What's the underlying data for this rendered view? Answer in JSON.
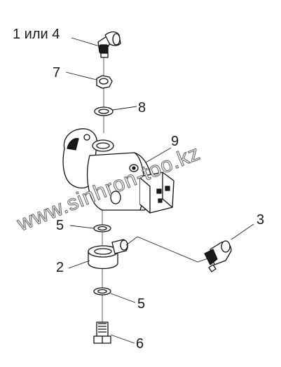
{
  "callouts": {
    "c1": "1 или 4",
    "c7": "7",
    "c8": "8",
    "c9": "9",
    "c5a": "5",
    "c3": "3",
    "c2": "2",
    "c5b": "5",
    "c6": "6"
  },
  "watermark": "www.sinhron-too.kz"
}
